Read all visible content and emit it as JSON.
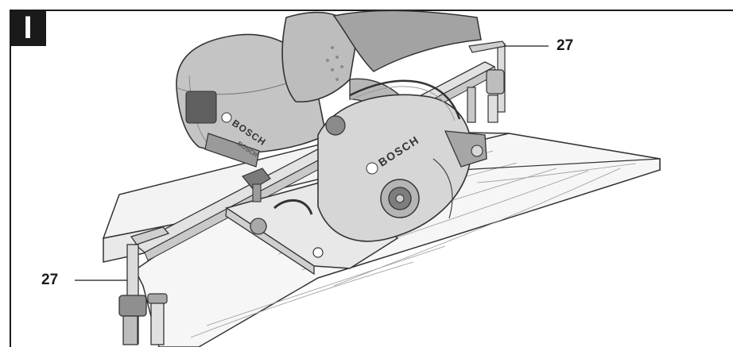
{
  "figure": {
    "section_label": "I",
    "callouts": [
      {
        "id": "clamp-right",
        "label": "27"
      },
      {
        "id": "clamp-left",
        "label": "27"
      }
    ],
    "brand_marks": [
      "BOSCH",
      "BOSCH",
      "BOSCH"
    ]
  }
}
